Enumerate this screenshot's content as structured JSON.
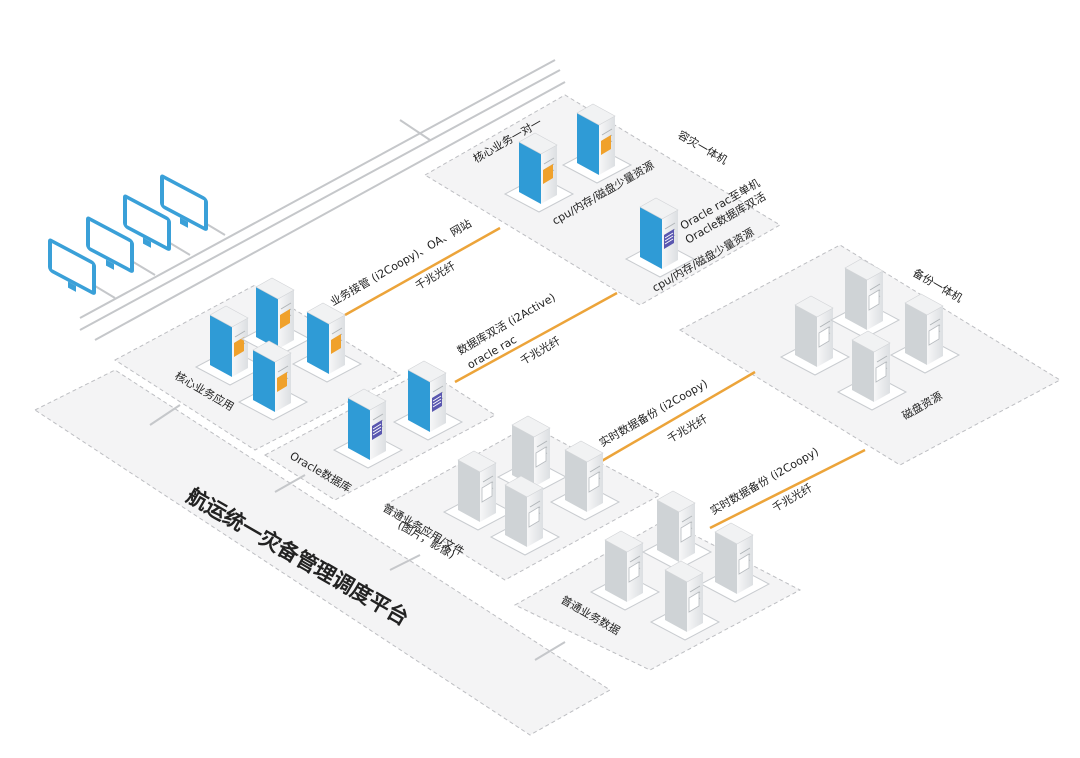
{
  "platform": {
    "title": "航运统一灾备管理调度平台"
  },
  "zones": {
    "core_app": "核心业务应用",
    "oracle_db": "Oracle数据库",
    "general_app": "普通业务应用/文件",
    "general_app_sub": "(图片，影像)",
    "general_data": "普通业务数据",
    "dr_box": "容灾一体机",
    "dr_core": "核心业务一对一",
    "dr_res1": "cpu/内存/磁盘少量资源",
    "dr_oracle1": "Oracle rac至单机",
    "dr_oracle2": "Oracle数据库双活",
    "dr_res2": "cpu/内存/磁盘少量资源",
    "backup_box": "备份一体机",
    "backup_disk": "磁盘资源"
  },
  "links": {
    "l1_name": "业务接管 (i2Coopy)、OA、网站",
    "l1_speed": "千兆光纤",
    "l2_name": "数据库双活 (i2Active)",
    "l2_name2": "oracle rac",
    "l2_speed": "千兆光纤",
    "l3_name": "实时数据备份 (i2Coopy)",
    "l3_speed": "千兆光纤",
    "l4_name": "实时数据备份 (i2Coopy)",
    "l4_speed": "千兆光纤"
  },
  "colors": {
    "monitor": "#3aa0d8",
    "server_blue": "#2f9bd6",
    "server_gray": "#cfd3d6",
    "badge_orange": "#f0a12b",
    "badge_purple": "#5a57b0",
    "fiber": "#eca43a",
    "network": "#c5c7ca",
    "zone_fill": "#f4f4f5",
    "zone_border": "#bdbec2"
  },
  "icons": {
    "monitor": "monitor-icon",
    "server": "server-icon"
  }
}
